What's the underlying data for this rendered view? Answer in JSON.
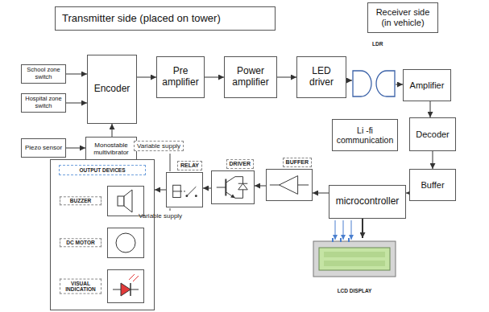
{
  "diagram": {
    "nodes": [
      {
        "text": [
          "Transmitter side (placed on tower)"
        ]
      },
      {
        "text": [
          "Receiver side (in vehicle)"
        ]
      },
      {
        "text": [
          "School zone switch"
        ]
      },
      {
        "text": [
          "Encoder"
        ]
      },
      {
        "text": [
          "Pre amplifier"
        ]
      },
      {
        "text": [
          "Power amplifier"
        ]
      },
      {
        "text": [
          "LED driver"
        ]
      },
      {
        "text": [
          "Amplifier"
        ]
      },
      {
        "text": [
          "Hospital zone switch"
        ]
      },
      {
        "text": [
          "Li -fi communication"
        ]
      },
      {
        "text": [
          "Piezo sensor"
        ]
      },
      {
        "text": [
          "Monostable multivibrator"
        ]
      },
      {
        "text": [
          "Decoder"
        ]
      },
      {
        "text": [
          "Buffer"
        ]
      },
      {
        "text": [
          "OUTPUT DEVICES"
        ]
      },
      {
        "text": [
          "BUZZER"
        ],
        "in": 14
      },
      {
        "text": [
          "DC MOTOR"
        ],
        "in": 14
      },
      {
        "text": [
          "VISUAL INDICATION"
        ],
        "in": 14
      },
      {
        "text": [
          "RELAY"
        ]
      },
      {
        "text": [
          "DRIVER"
        ]
      },
      {
        "text": [
          "BUFFER"
        ]
      },
      {
        "text": [
          "microcontroller"
        ]
      },
      {
        "text": [
          "LCD DISPLAY"
        ]
      }
    ],
    "edges": [
      {
        "from": 2,
        "to": 3,
        "arrow": "to"
      },
      {
        "from": 8,
        "to": 3,
        "arrow": "to"
      },
      {
        "from": 10,
        "to": 11,
        "arrow": "to"
      },
      {
        "from": 11,
        "to": 3,
        "arrow": "to"
      },
      {
        "from": 3,
        "to": 4,
        "arrow": "to"
      },
      {
        "from": 4,
        "to": 5,
        "arrow": "to"
      },
      {
        "from": 5,
        "to": 6,
        "arrow": "to"
      },
      {
        "from": 7,
        "to": 12,
        "arrow": "to"
      },
      {
        "from": 12,
        "to": 13,
        "arrow": "to"
      },
      {
        "from": 13,
        "to": 21,
        "arrow": "to"
      },
      {
        "from": 21,
        "to": 20,
        "arrow": "to"
      },
      {
        "from": 20,
        "to": 19,
        "arrow": "to"
      },
      {
        "from": 19,
        "to": 18,
        "arrow": "to"
      },
      {
        "from": 18,
        "to": 14,
        "arrow": "to"
      },
      {
        "from": 21,
        "to": 22,
        "arrow": "to"
      }
    ],
    "labels": [
      "LDR",
      "Variable supply",
      "Variable supply"
    ]
  }
}
